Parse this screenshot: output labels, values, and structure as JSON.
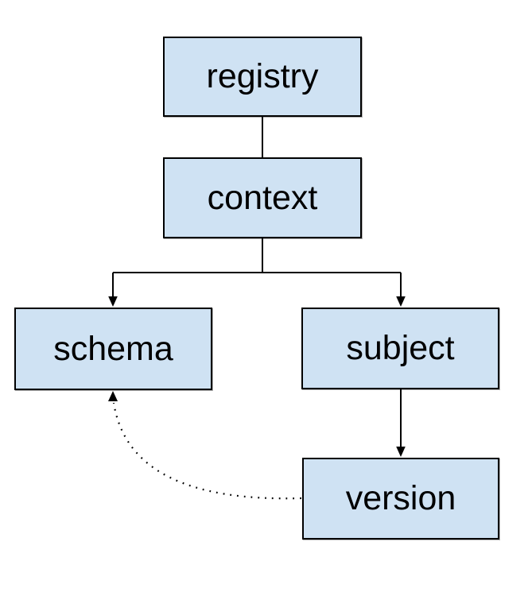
{
  "diagram": {
    "nodes": [
      {
        "id": "registry",
        "label": "registry"
      },
      {
        "id": "context",
        "label": "context"
      },
      {
        "id": "schema",
        "label": "schema"
      },
      {
        "id": "subject",
        "label": "subject"
      },
      {
        "id": "version",
        "label": "version"
      }
    ],
    "edges": [
      {
        "from": "registry",
        "to": "context",
        "style": "solid",
        "arrow": "none"
      },
      {
        "from": "context",
        "to": "schema",
        "style": "solid",
        "arrow": "filled-triangle"
      },
      {
        "from": "context",
        "to": "subject",
        "style": "solid",
        "arrow": "filled-triangle"
      },
      {
        "from": "subject",
        "to": "version",
        "style": "solid",
        "arrow": "filled-triangle"
      },
      {
        "from": "version",
        "to": "schema",
        "style": "dotted",
        "arrow": "filled-triangle"
      }
    ],
    "colors": {
      "node_fill": "#cfe2f3",
      "node_border": "#000000",
      "edge": "#000000",
      "text": "#000000",
      "background": "#ffffff"
    }
  }
}
